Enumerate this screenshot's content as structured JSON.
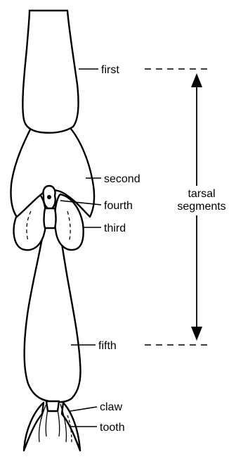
{
  "labels": {
    "first": "first",
    "second": "second",
    "fourth": "fourth",
    "third": "third",
    "fifth": "fifth",
    "claw": "claw",
    "tooth": "tooth"
  },
  "bracket": {
    "line1": "tarsal",
    "line2": "segments"
  }
}
